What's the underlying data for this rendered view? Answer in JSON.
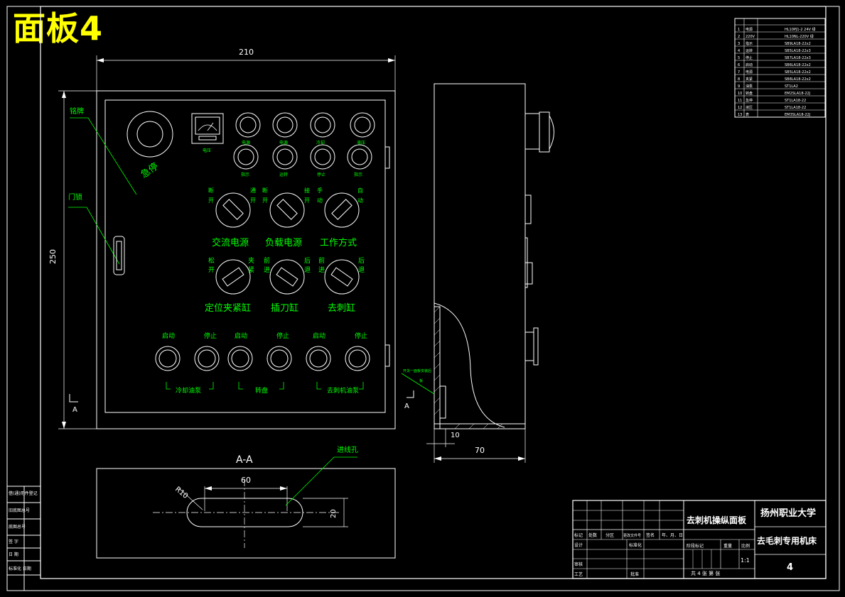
{
  "sheet_title": "面板4",
  "dims": {
    "width": "210",
    "height": "250",
    "side_width": "70",
    "wall": "10",
    "slot_len": "60",
    "slot_h": "20",
    "radius": "R10"
  },
  "callouts": {
    "label_plate": "铭牌",
    "door_lock": "门锁",
    "cable_hole": "进线孔",
    "side_note": "开关一面板安装后",
    "side_note2": "板"
  },
  "section_label": "A-A",
  "section_mark": "A",
  "front": {
    "estop": "急停",
    "meter": "电压",
    "lamps_row1": [
      "电源",
      "电源",
      "冷却",
      "液压"
    ],
    "lamps_row2": [
      "指示",
      "运转",
      "停止",
      "指示"
    ],
    "rotary_row1": {
      "labels": [
        "交流电源",
        "负载电源",
        "工作方式"
      ],
      "tops": [
        [
          "断",
          "开"
        ],
        [
          "通",
          "开"
        ],
        [
          "断",
          "开"
        ],
        [
          "接",
          "开"
        ],
        [
          "手",
          "动"
        ],
        [
          "自",
          "动"
        ]
      ]
    },
    "rotary_row2": {
      "labels": [
        "定位夹紧缸",
        "插刀缸",
        "去刺缸"
      ],
      "tops": [
        [
          "松",
          "开"
        ],
        [
          "夹",
          "紧"
        ],
        [
          "前",
          "进"
        ],
        [
          "后",
          "退"
        ],
        [
          "前",
          "进"
        ],
        [
          "后",
          "退"
        ]
      ]
    },
    "button_labels": [
      "启动",
      "停止",
      "启动",
      "停止",
      "启动",
      "停止"
    ],
    "groups": [
      "冷却油泵",
      "转盘",
      "去刺机油泵"
    ]
  },
  "bom": [
    [
      "1",
      "电源",
      "HL10PJ1-2 24V 绿"
    ],
    [
      "2",
      "220V",
      "HL10NL-220V 绿"
    ],
    [
      "3",
      "指示",
      "SB9LA18-22x2"
    ],
    [
      "4",
      "运转",
      "SB5LA18-22x3"
    ],
    [
      "5",
      "停止",
      "SB7LA18-22x3"
    ],
    [
      "6",
      "启动",
      "SB6LA18-22x2"
    ],
    [
      "7",
      "电源",
      "SB5LA18-22x2"
    ],
    [
      "8",
      "夹紧",
      "SB8LA18-22x2"
    ],
    [
      "9",
      "油泵",
      "ST1LA2"
    ],
    [
      "10",
      "转盘",
      "EM2SLA18-22J"
    ],
    [
      "11",
      "急停",
      "ST1LA18-22"
    ],
    [
      "12",
      "液压",
      "ST1LA18-22"
    ],
    [
      "13",
      "表",
      "EM3SLA18-22J"
    ]
  ],
  "title_block": {
    "drawing_name": "去刺机操纵面板",
    "school": "扬州职业大学",
    "machine": "去毛刺专用机床",
    "sheet_no": "4",
    "scale": "1:1",
    "sheets": "共 4 张  第    张",
    "h_stage": "阶段标记",
    "h_weight": "重量",
    "h_ratio": "比例",
    "h_mark": "标记",
    "h_qty": "处数",
    "h_zone": "分区",
    "h_doc": "更改文件号",
    "h_sign": "签名",
    "h_date": "年、月、日",
    "design": "设计",
    "std": "标准化",
    "audit": "审核",
    "process": "工艺",
    "approve": "批准"
  },
  "left_strip": [
    "借(通)用件登记",
    "旧底图总号",
    "底图总号",
    "签 字",
    "日 期",
    "标准化 日期"
  ],
  "colors": {
    "frame": "#ffffff",
    "green": "#00ff00",
    "yellow": "#ffff00"
  }
}
